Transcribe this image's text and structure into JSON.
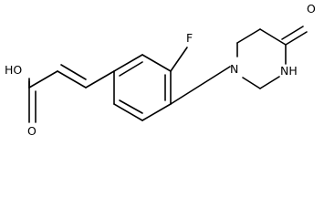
{
  "molecule": {
    "atoms": {
      "oh": "HO",
      "o_carbonyl": "O",
      "f": "F",
      "n1": "N",
      "o_lactam": "O",
      "nh": "NH"
    }
  }
}
